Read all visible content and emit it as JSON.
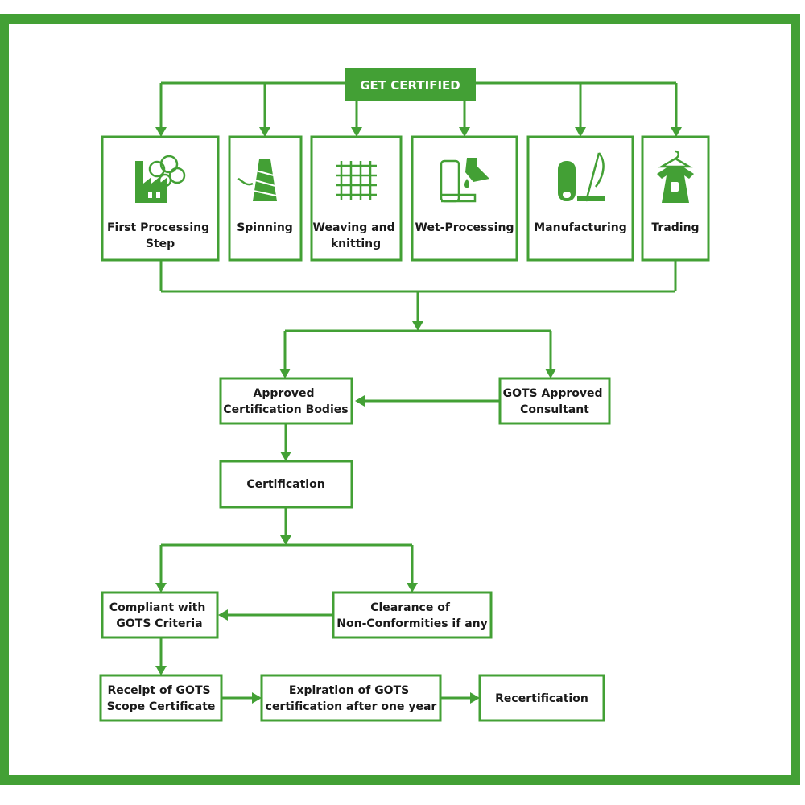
{
  "header": {
    "label": "GET CERTIFIED"
  },
  "stages": [
    {
      "id": "first",
      "icon": "factory-cotton-icon",
      "lines": [
        "First Processing",
        "Step"
      ]
    },
    {
      "id": "spinning",
      "icon": "thread-spool-icon",
      "lines": [
        "Spinning"
      ]
    },
    {
      "id": "weaving",
      "icon": "woven-fabric-icon",
      "lines": [
        "Weaving and",
        "knitting"
      ]
    },
    {
      "id": "wet",
      "icon": "fabric-dye-flask-icon",
      "lines": [
        "Wet-Processing"
      ]
    },
    {
      "id": "manufacturing",
      "icon": "fabric-roll-needle-icon",
      "lines": [
        "Manufacturing"
      ]
    },
    {
      "id": "trading",
      "icon": "dress-hanger-tag-icon",
      "lines": [
        "Trading"
      ]
    }
  ],
  "steps": {
    "approved": [
      "Approved",
      "Certification Bodies"
    ],
    "consultant": [
      "GOTS Approved",
      "Consultant"
    ],
    "certification": [
      "Certification"
    ],
    "compliant": [
      "Compliant with",
      "GOTS Criteria"
    ],
    "clearance": [
      "Clearance of",
      "Non-Conformities if any"
    ],
    "receipt": [
      "Receipt of GOTS",
      "Scope Certificate"
    ],
    "expiration": [
      "Expiration of GOTS",
      "certification after one year"
    ],
    "recert": [
      "Recertification"
    ]
  },
  "colors": {
    "accent": "#43a035",
    "text": "#1a1a1a",
    "background": "#ffffff"
  }
}
